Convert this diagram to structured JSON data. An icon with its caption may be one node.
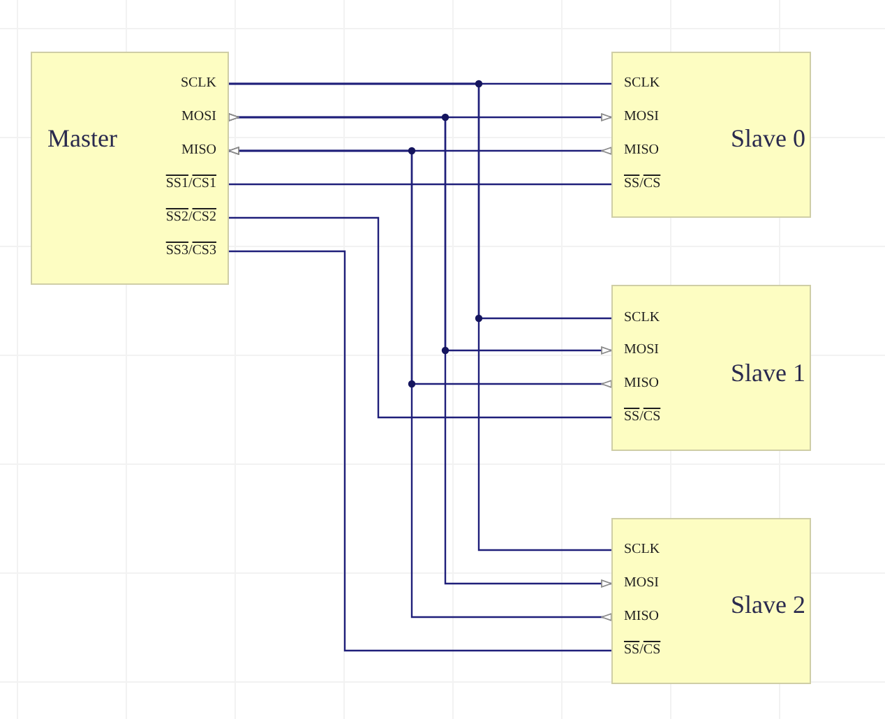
{
  "diagram": {
    "nodes": [
      {
        "text": [
          "Master"
        ]
      },
      {
        "text": [
          "SCLK"
        ],
        "in": 0
      },
      {
        "text": [
          "MOSI"
        ],
        "in": 0
      },
      {
        "text": [
          "MISO"
        ],
        "in": 0
      },
      {
        "text": [
          "SS1/CS1"
        ],
        "in": 0
      },
      {
        "text": [
          "SS2/CS2"
        ],
        "in": 0
      },
      {
        "text": [
          "SS3/CS3"
        ],
        "in": 0
      },
      {
        "text": [
          "Slave 0"
        ]
      },
      {
        "text": [
          "SCLK"
        ],
        "in": 7
      },
      {
        "text": [
          "MOSI"
        ],
        "in": 7
      },
      {
        "text": [
          "MISO"
        ],
        "in": 7
      },
      {
        "text": [
          "SS/CS"
        ],
        "in": 7
      },
      {
        "text": [
          "Slave 1"
        ]
      },
      {
        "text": [
          "SCLK"
        ],
        "in": 12
      },
      {
        "text": [
          "MOSI"
        ],
        "in": 12
      },
      {
        "text": [
          "MISO"
        ],
        "in": 12
      },
      {
        "text": [
          "SS/CS"
        ],
        "in": 12
      },
      {
        "text": [
          "Slave 2"
        ]
      },
      {
        "text": [
          "SCLK"
        ],
        "in": 17
      },
      {
        "text": [
          "MOSI"
        ],
        "in": 17
      },
      {
        "text": [
          "MISO"
        ],
        "in": 17
      },
      {
        "text": [
          "SS/CS"
        ],
        "in": 17
      }
    ],
    "edges": [
      {
        "from": 1,
        "to": 8,
        "arrow": "none"
      },
      {
        "from": 1,
        "to": 13,
        "arrow": "none"
      },
      {
        "from": 1,
        "to": 18,
        "arrow": "none"
      },
      {
        "from": 2,
        "to": 9,
        "arrow": "to"
      },
      {
        "from": 2,
        "to": 14,
        "arrow": "to"
      },
      {
        "from": 2,
        "to": 19,
        "arrow": "to"
      },
      {
        "from": 10,
        "to": 3,
        "arrow": "to"
      },
      {
        "from": 15,
        "to": 3,
        "arrow": "to"
      },
      {
        "from": 20,
        "to": 3,
        "arrow": "to"
      },
      {
        "from": 4,
        "to": 11,
        "arrow": "none"
      },
      {
        "from": 5,
        "to": 16,
        "arrow": "none"
      },
      {
        "from": 6,
        "to": 21,
        "arrow": "none"
      }
    ]
  }
}
